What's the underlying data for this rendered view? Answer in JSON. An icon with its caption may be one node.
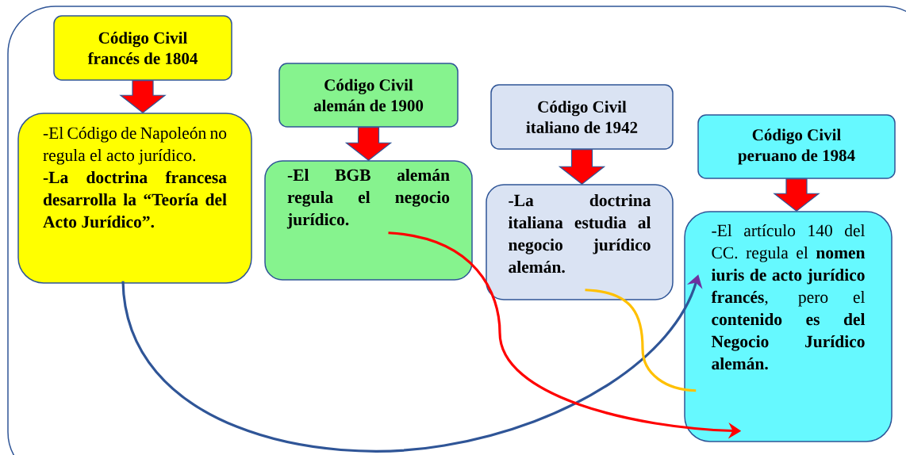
{
  "diagram": {
    "nodes": [
      {
        "text": [
          "Código Civil francés de 1804"
        ]
      },
      {
        "text": [
          "-El Código de Napoleón no regula el acto jurídico.",
          "-La doctrina francesa desarrolla la “Teoría del Acto Jurídico”."
        ]
      },
      {
        "text": [
          "Código Civil alemán de 1900"
        ]
      },
      {
        "text": [
          "-El BGB alemán regula el negocio jurídico."
        ]
      },
      {
        "text": [
          "Código Civil italiano de 1942"
        ]
      },
      {
        "text": [
          "-La doctrina italiana estudia al negocio jurídico alemán."
        ]
      },
      {
        "text": [
          "Código Civil peruano de 1984"
        ]
      },
      {
        "text": [
          "-El artículo 140 del CC. regula el **nomen iuris de acto jurídico francés**, pero el **contenido es del Negocio Jurídico alemán.**"
        ]
      }
    ],
    "edges": [
      {
        "from": 0,
        "to": 1,
        "arrow": "to",
        "style": "thick"
      },
      {
        "from": 2,
        "to": 3,
        "arrow": "to",
        "style": "thick"
      },
      {
        "from": 4,
        "to": 5,
        "arrow": "to",
        "style": "thick"
      },
      {
        "from": 6,
        "to": 7,
        "arrow": "to",
        "style": "thick"
      },
      {
        "from": 1,
        "to": 7,
        "arrow": "to",
        "color": "#2f5597"
      },
      {
        "from": 3,
        "to": 7,
        "arrow": "to",
        "color": "#ff0000"
      },
      {
        "from": 5,
        "to": 7,
        "arrow": "none",
        "color": "#ffc000"
      }
    ]
  }
}
